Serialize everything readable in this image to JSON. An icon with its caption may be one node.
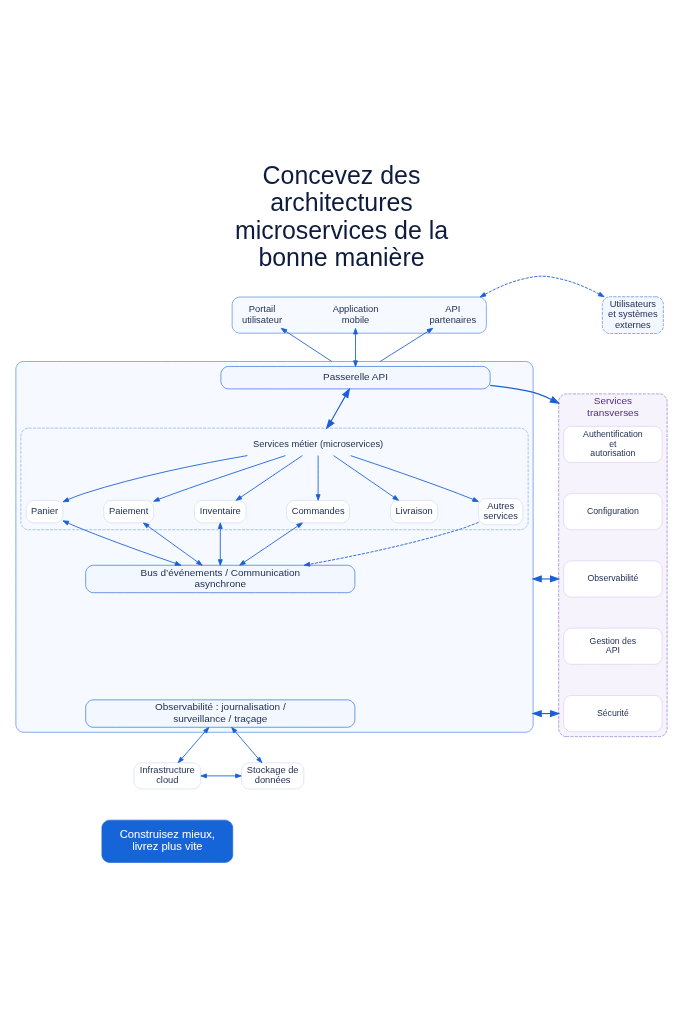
{
  "diagram": {
    "title": "Concevez des architectures microservices de la bonne manière",
    "nodes": [
      {
        "text": [],
        "shape": "box"
      },
      {
        "text": [
          "Portail utilisateur"
        ],
        "in": 0
      },
      {
        "text": [
          "Application mobile"
        ],
        "in": 0
      },
      {
        "text": [
          "API partenaires"
        ],
        "in": 0
      },
      {
        "text": [
          "Utilisateurs et systèmes externes"
        ]
      },
      {
        "text": [],
        "shape": "box"
      },
      {
        "text": [
          "Passerelle API"
        ],
        "in": 5
      },
      {
        "text": [],
        "shape": "box",
        "in": 5
      },
      {
        "text": [
          "Services métier (microservices)"
        ],
        "in": 7
      },
      {
        "text": [
          "Panier"
        ],
        "in": 7
      },
      {
        "text": [
          "Paiement"
        ],
        "in": 7
      },
      {
        "text": [
          "Inventaire"
        ],
        "in": 7
      },
      {
        "text": [
          "Commandes"
        ],
        "in": 7
      },
      {
        "text": [
          "Livraison"
        ],
        "in": 7
      },
      {
        "text": [
          "Autres services"
        ],
        "in": 7
      },
      {
        "text": [
          "Bus d’événements / Communication asynchrone"
        ],
        "in": 5
      },
      {
        "text": [
          "Observabilité : journalisation / surveillance / traçage"
        ],
        "in": 5
      },
      {
        "text": [
          "Services transverses"
        ]
      },
      {
        "text": [
          "Authentification et autorisation"
        ],
        "in": 17
      },
      {
        "text": [
          "Configuration"
        ],
        "in": 17
      },
      {
        "text": [
          "Observabilité"
        ],
        "in": 17
      },
      {
        "text": [
          "Gestion des API"
        ],
        "in": 17
      },
      {
        "text": [
          "Sécurité"
        ],
        "in": 17
      },
      {
        "text": [
          "Infrastructure cloud"
        ]
      },
      {
        "text": [
          "Stockage de données"
        ]
      },
      {
        "text": [
          "Construisez mieux, livrez plus vite"
        ]
      }
    ],
    "edges": [
      {
        "from": 5,
        "to": 1,
        "arrow": "to"
      },
      {
        "from": 2,
        "to": 6,
        "arrow": "both"
      },
      {
        "from": 5,
        "to": 3,
        "arrow": "to"
      },
      {
        "from": 0,
        "to": 4,
        "arrow": "both",
        "style": "dashed"
      },
      {
        "from": 6,
        "to": 17,
        "arrow": "to"
      },
      {
        "from": 6,
        "to": 7,
        "arrow": "both"
      },
      {
        "from": 8,
        "to": 9,
        "arrow": "to"
      },
      {
        "from": 8,
        "to": 10,
        "arrow": "to"
      },
      {
        "from": 8,
        "to": 11,
        "arrow": "to"
      },
      {
        "from": 8,
        "to": 12,
        "arrow": "to"
      },
      {
        "from": 8,
        "to": 13,
        "arrow": "to"
      },
      {
        "from": 8,
        "to": 14,
        "arrow": "to"
      },
      {
        "from": 9,
        "to": 15,
        "arrow": "both"
      },
      {
        "from": 10,
        "to": 15,
        "arrow": "both"
      },
      {
        "from": 11,
        "to": 15,
        "arrow": "both"
      },
      {
        "from": 12,
        "to": 15,
        "arrow": "both"
      },
      {
        "from": 14,
        "to": 15,
        "arrow": "to",
        "style": "dashed"
      },
      {
        "from": 5,
        "to": 17,
        "arrow": "both"
      },
      {
        "from": 5,
        "to": 17,
        "arrow": "both"
      },
      {
        "from": 16,
        "to": 23,
        "arrow": "both"
      },
      {
        "from": 16,
        "to": 24,
        "arrow": "both"
      },
      {
        "from": 23,
        "to": 24,
        "arrow": "both"
      }
    ]
  }
}
